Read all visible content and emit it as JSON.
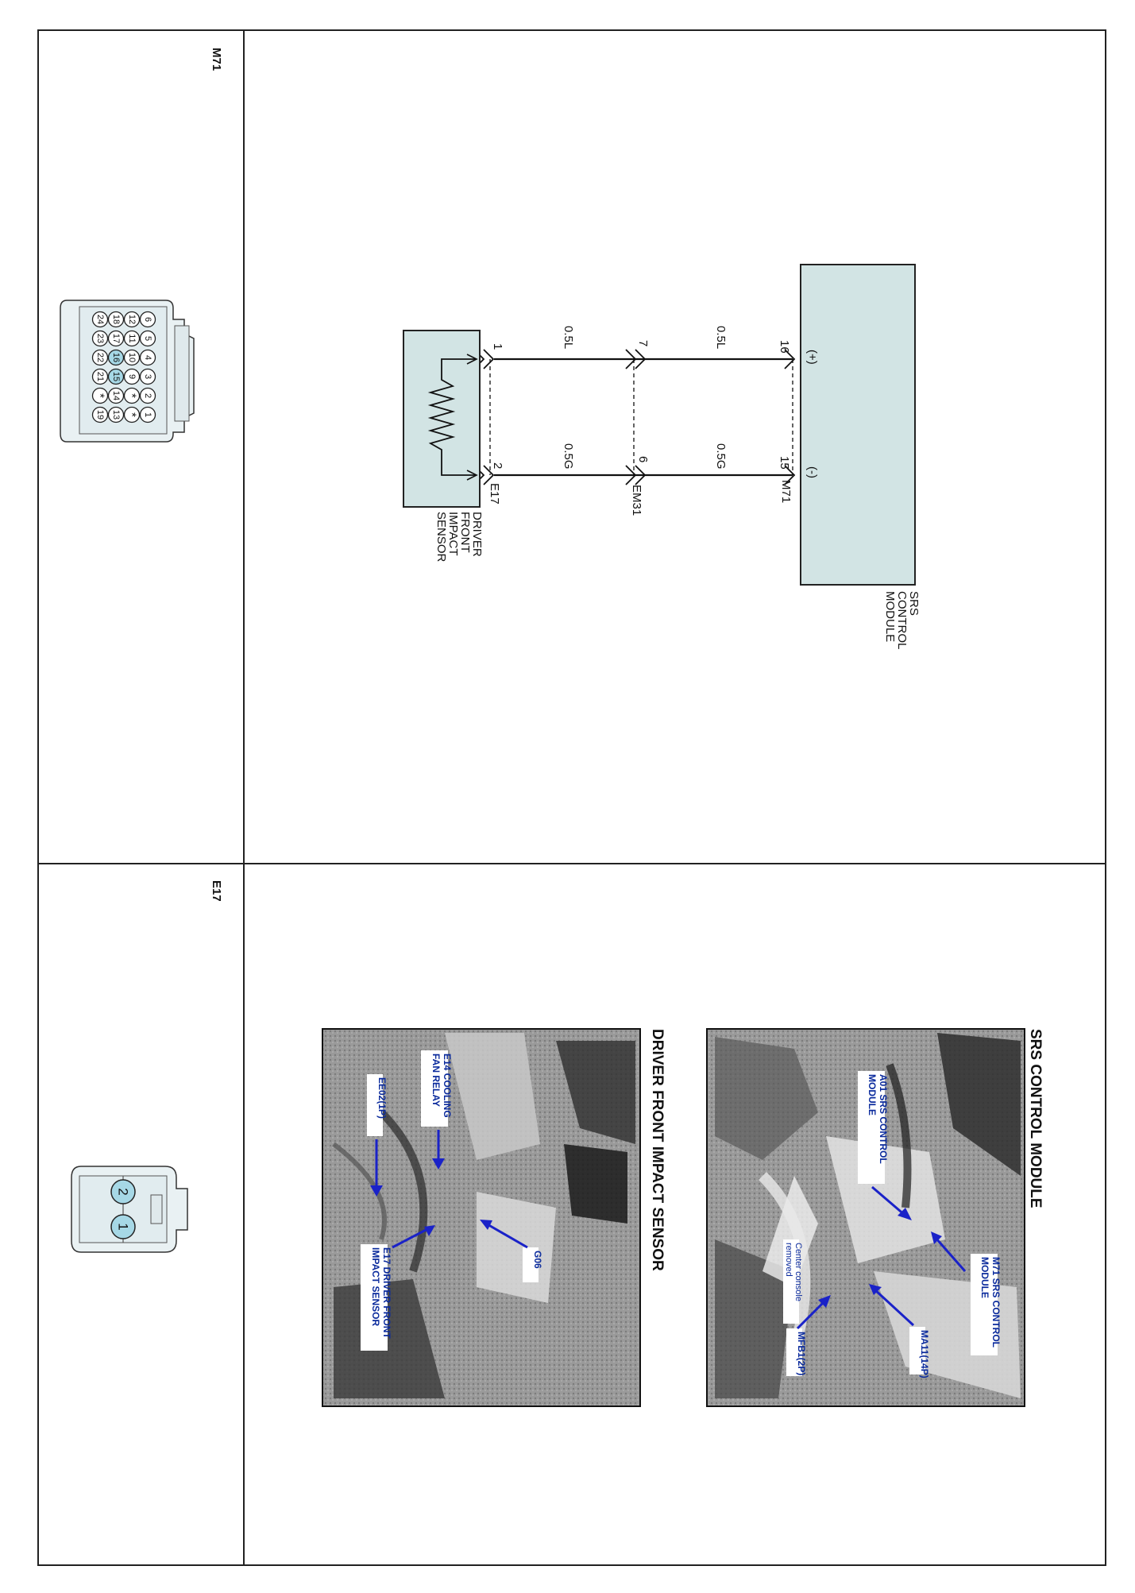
{
  "connectors": {
    "m71": {
      "label": "M71",
      "pins": [
        "6",
        "5",
        "4",
        "3",
        "2",
        "1",
        "12",
        "11",
        "10",
        "9",
        "*",
        "*",
        "18",
        "17",
        "16",
        "15",
        "14",
        "13",
        "24",
        "23",
        "22",
        "21",
        "*",
        "19"
      ]
    },
    "e17": {
      "label": "E17",
      "pins": [
        "2",
        "1"
      ]
    }
  },
  "schematic": {
    "module_name": [
      "SRS",
      "CONTROL",
      "MODULE"
    ],
    "module_connector": "M71",
    "plus": "(+)",
    "minus": "(-)",
    "pin_m71_plus": "16",
    "pin_m71_minus": "15",
    "wire_upper_1": "0.5L",
    "wire_upper_2": "0.5G",
    "mid_connector": "EM31",
    "pin_em31_plus": "7",
    "pin_em31_minus": "6",
    "wire_lower_1": "0.5L",
    "wire_lower_2": "0.5G",
    "sensor_connector": "E17",
    "pin_e17_plus": "1",
    "pin_e17_minus": "2",
    "sensor_name": [
      "DRIVER",
      "FRONT",
      "IMPACT",
      "SENSOR"
    ]
  },
  "photos": {
    "srs": {
      "title": "SRS CONTROL MODULE",
      "a01": [
        "A01 SRS CONTROL",
        "MODULE"
      ],
      "m71": [
        "M71 SRS CONTROL",
        "MODULE"
      ],
      "note": [
        "Center console",
        "removed"
      ],
      "mfb1": "MFB1(2P)",
      "ma11": "MA11(14P)"
    },
    "impact": {
      "title": "DRIVER FRONT IMPACT SENSOR",
      "e14": [
        "E14 COOLING",
        "FAN RELAY"
      ],
      "ee02": "EE02(1P)",
      "g06": "G06",
      "e17": [
        "E17 DRIVER FRONT",
        "IMPACT SENSOR"
      ]
    }
  },
  "colors": {
    "module_fill": "#d2e4e4",
    "pin_highlight": "#a6d8e6",
    "callout": "#0a2a9c",
    "arrow": "#1a22c8"
  }
}
